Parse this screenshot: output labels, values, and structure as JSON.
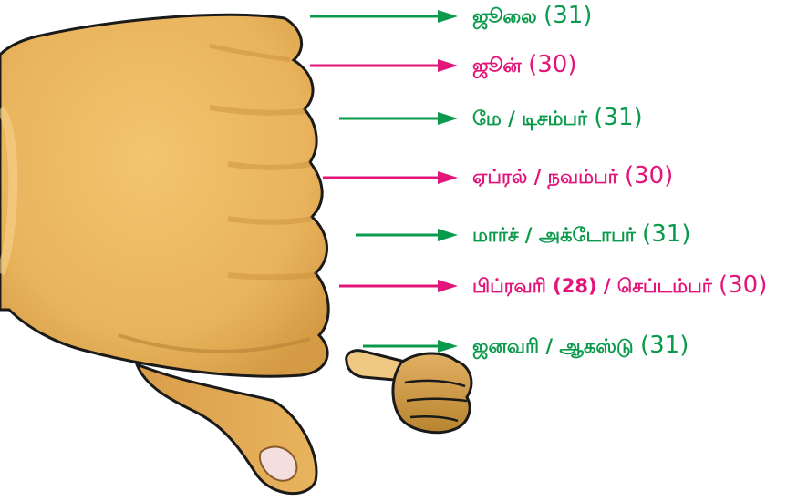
{
  "colors": {
    "green": "#0a9a4c",
    "pink": "#e3147a",
    "skin": "#e8b35c",
    "skin_dark": "#c98f3a",
    "pointer": "#c8963e",
    "outline": "#1a1a1a"
  },
  "icons": {
    "fist": "closed-fist-knuckles",
    "pointer": "pointing-hand"
  },
  "labels": [
    {
      "text": "ஜூலை",
      "num": "(31)",
      "color": "green"
    },
    {
      "text": "ஜூன்",
      "num": "(30)",
      "color": "pink"
    },
    {
      "text": "மே / டிசம்பர்",
      "num": "(31)",
      "color": "green"
    },
    {
      "text": "ஏப்ரல் / நவம்பர்",
      "num": "(30)",
      "color": "pink"
    },
    {
      "text": "மார்ச் / அக்டோபர்",
      "num": "(31)",
      "color": "green"
    },
    {
      "text": "பிப்ரவரி (28) / செப்டம்பர்",
      "num": "(30)",
      "color": "pink"
    },
    {
      "text": "ஜனவரி / ஆகஸ்டு",
      "num": "(31)",
      "color": "green"
    }
  ]
}
